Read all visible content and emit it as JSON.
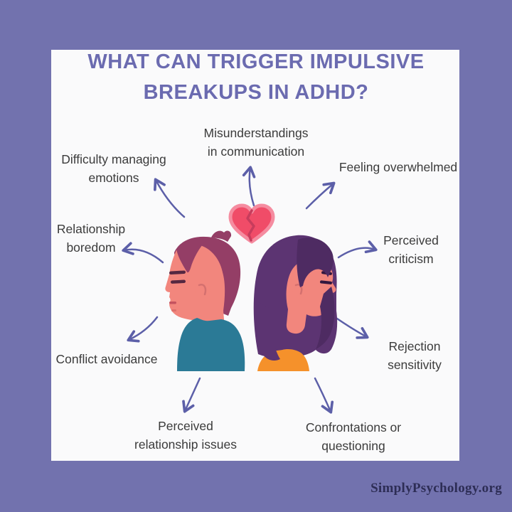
{
  "title": {
    "line1": "WHAT CAN TRIGGER IMPULSIVE",
    "line2": "BREAKUPS IN ADHD?"
  },
  "triggers": [
    {
      "id": "misunderstandings-in-communication",
      "lines": [
        "Misunderstandings",
        "in communication"
      ]
    },
    {
      "id": "difficulty-managing-emotions",
      "lines": [
        "Difficulty managing",
        "emotions"
      ]
    },
    {
      "id": "feeling-overwhelmed",
      "lines": [
        "Feeling overwhelmed"
      ]
    },
    {
      "id": "relationship-boredom",
      "lines": [
        "Relationship",
        "boredom"
      ]
    },
    {
      "id": "perceived-criticism",
      "lines": [
        "Perceived",
        "criticism"
      ]
    },
    {
      "id": "conflict-avoidance",
      "lines": [
        "Conflict avoidance"
      ]
    },
    {
      "id": "rejection-sensitivity",
      "lines": [
        "Rejection",
        "sensitivity"
      ]
    },
    {
      "id": "perceived-relationship-issues",
      "lines": [
        "Perceived",
        "relationship issues"
      ]
    },
    {
      "id": "confrontations-or-questioning",
      "lines": [
        "Confrontations or",
        "questioning"
      ]
    }
  ],
  "center_icon": "couple-back-to-back-with-broken-heart-icon",
  "watermark": "SimplyPsychology.org",
  "colors": {
    "frame": "#7272AE",
    "card": "#FAFAFB",
    "title": "#6B6BB0",
    "label_text": "#3B3B3B",
    "arrow": "#5C5FA8",
    "heart": "#F04C68",
    "heart_rim": "#F58CA0",
    "heart_crack": "#C73C5C",
    "man_hair": "#943E66",
    "man_shirt": "#2B7A96",
    "woman_hair": "#5C3472",
    "woman_hair_dark": "#4E2B62",
    "woman_shirt": "#F5912B",
    "skin": "#F2867D",
    "watermark": "#2D2D55"
  }
}
